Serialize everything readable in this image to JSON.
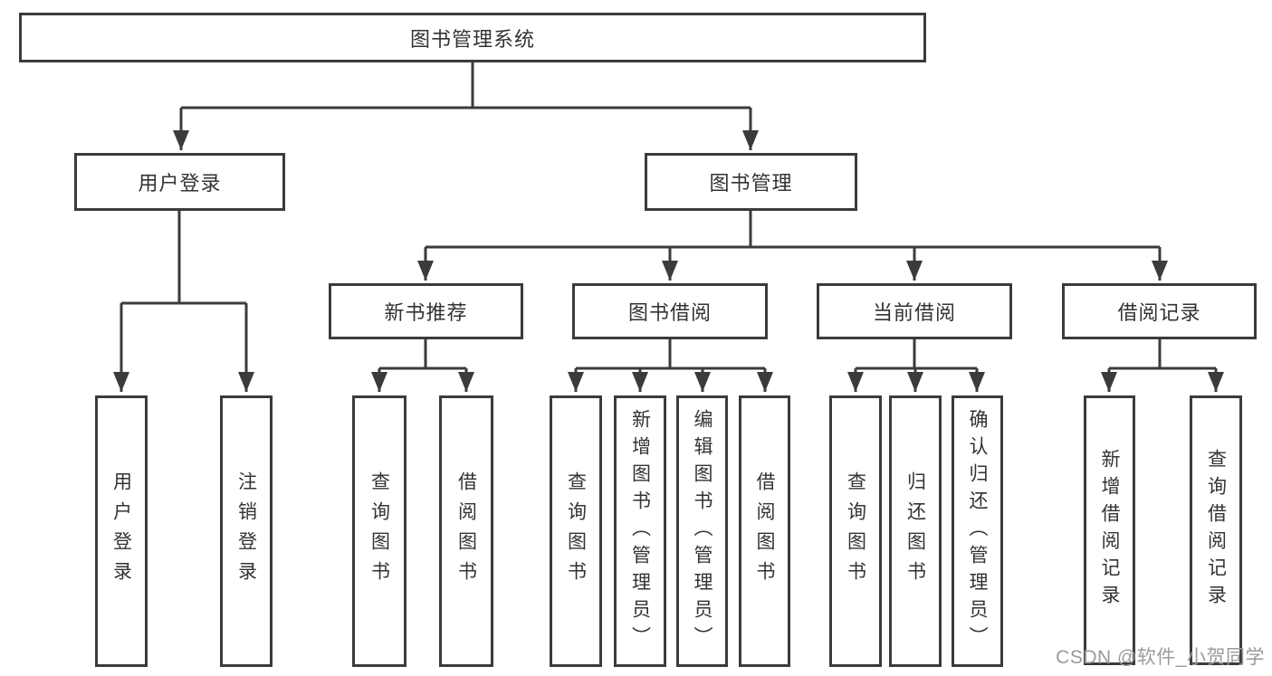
{
  "colors": {
    "line": "#3b3b3b",
    "text": "#333333",
    "watermark": "#9b9b9b",
    "background": "#ffffff"
  },
  "nodes": {
    "root": {
      "label": "图书管理系统"
    },
    "user_login": {
      "label": "用户登录"
    },
    "book_mgmt": {
      "label": "图书管理"
    },
    "new_book_rec": {
      "label": "新书推荐"
    },
    "book_borrow": {
      "label": "图书借阅"
    },
    "current_borrow": {
      "label": "当前借阅"
    },
    "borrow_records": {
      "label": "借阅记录"
    },
    "leaf_user_login": {
      "label": "用户登录"
    },
    "leaf_logout": {
      "label": "注销登录"
    },
    "leaf_query_book_rec": {
      "label": "查询图书"
    },
    "leaf_borrow_book_rec": {
      "label": "借阅图书"
    },
    "leaf_query_book_borrow": {
      "label": "查询图书"
    },
    "leaf_add_book": {
      "label": "新增图书（管理员）"
    },
    "leaf_edit_book": {
      "label": "编辑图书（管理员）"
    },
    "leaf_borrow_book_borrow": {
      "label": "借阅图书"
    },
    "leaf_query_book_current": {
      "label": "查询图书"
    },
    "leaf_return_book": {
      "label": "归还图书"
    },
    "leaf_confirm_return": {
      "label": "确认归还（管理员）"
    },
    "leaf_add_borrow_record": {
      "label": "新增借阅记录"
    },
    "leaf_query_borrow_record": {
      "label": "查询借阅记录"
    }
  },
  "watermark": {
    "text": "CSDN @软件_小贺同学"
  }
}
